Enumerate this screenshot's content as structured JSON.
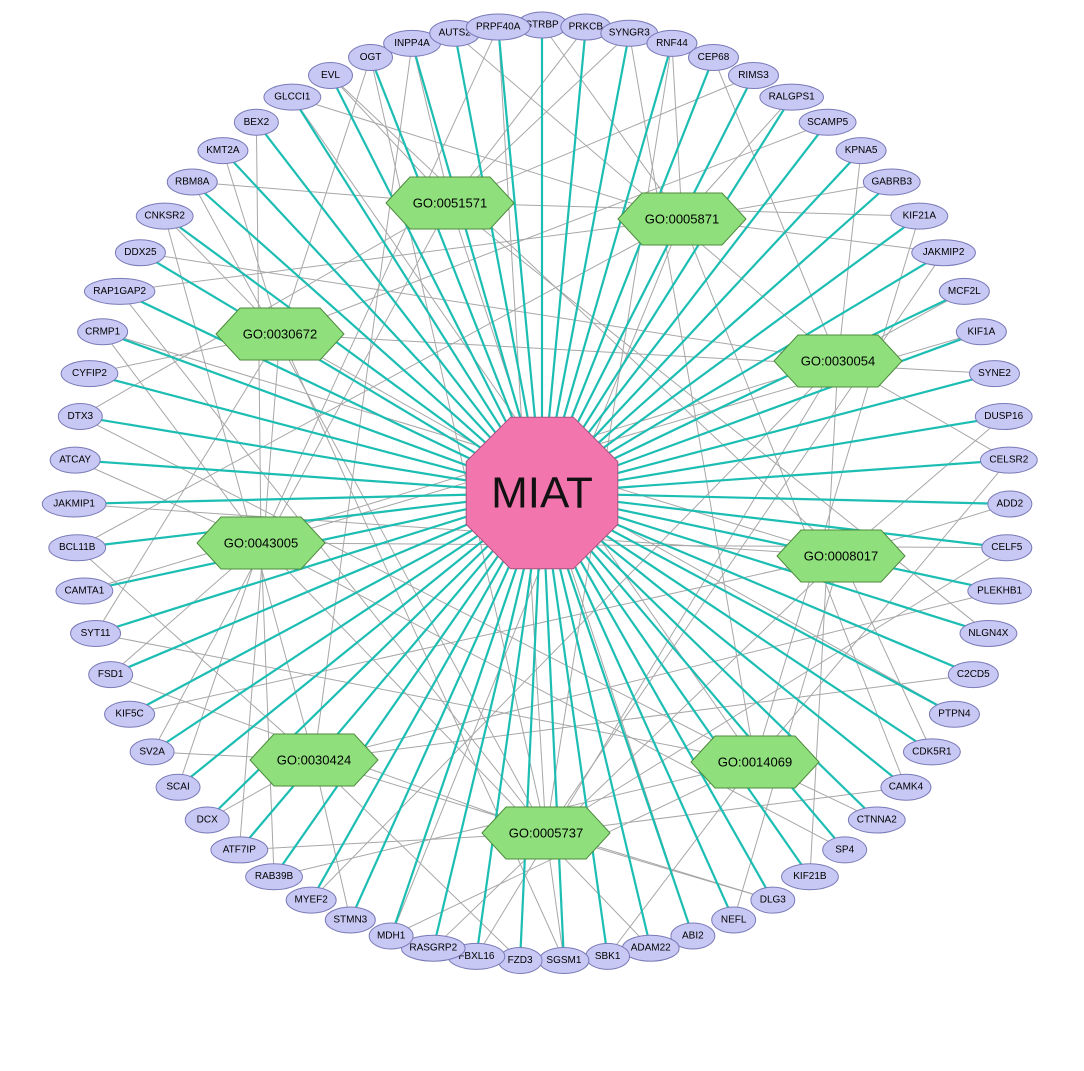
{
  "hub": {
    "label": "MIAT",
    "color": "#f275ae"
  },
  "colors": {
    "hub_edge": "#1cbdb3",
    "go_edge": "#a7a7a7",
    "gene_fill": "#c8c8f4",
    "gene_stroke": "#7a7ab8",
    "go_fill": "#8fe07c",
    "go_stroke": "#4c8a3c"
  },
  "go_terms": [
    "GO:0051571",
    "GO:0005871",
    "GO:0030672",
    "GO:0030054",
    "GO:0043005",
    "GO:0008017",
    "GO:0030424",
    "GO:0014069",
    "GO:0005737"
  ],
  "genes": [
    "STRBP",
    "PRKCB",
    "SYNGR3",
    "RNF44",
    "CEP68",
    "RIMS3",
    "RALGPS1",
    "SCAMP5",
    "KPNA5",
    "GABRB3",
    "KIF21A",
    "JAKMIP2",
    "MCF2L",
    "KIF1A",
    "SYNE2",
    "DUSP16",
    "CELSR2",
    "ADD2",
    "CELF5",
    "PLEKHB1",
    "NLGN4X",
    "C2CD5",
    "PTPN4",
    "CDK5R1",
    "CAMK4",
    "CTNNA2",
    "SP4",
    "KIF21B",
    "DLG3",
    "NEFL",
    "ABI2",
    "ADAM22",
    "SBK1",
    "SGSM1",
    "FZD3",
    "FBXL16",
    "RASGRP2",
    "MDH1",
    "STMN3",
    "MYEF2",
    "RAB39B",
    "ATF7IP",
    "DCX",
    "SCAI",
    "SV2A",
    "KIF5C",
    "FSD1",
    "SYT11",
    "CAMTA1",
    "BCL11B",
    "JAKMIP1",
    "ATCAY",
    "DTX3",
    "CYFIP2",
    "CRMP1",
    "RAP1GAP2",
    "DDX25",
    "CNKSR2",
    "RBM8A",
    "KMT2A",
    "BEX2",
    "GLCCI1",
    "EVL",
    "OGT",
    "INPP4A",
    "AUTS2",
    "PRPF40A"
  ]
}
